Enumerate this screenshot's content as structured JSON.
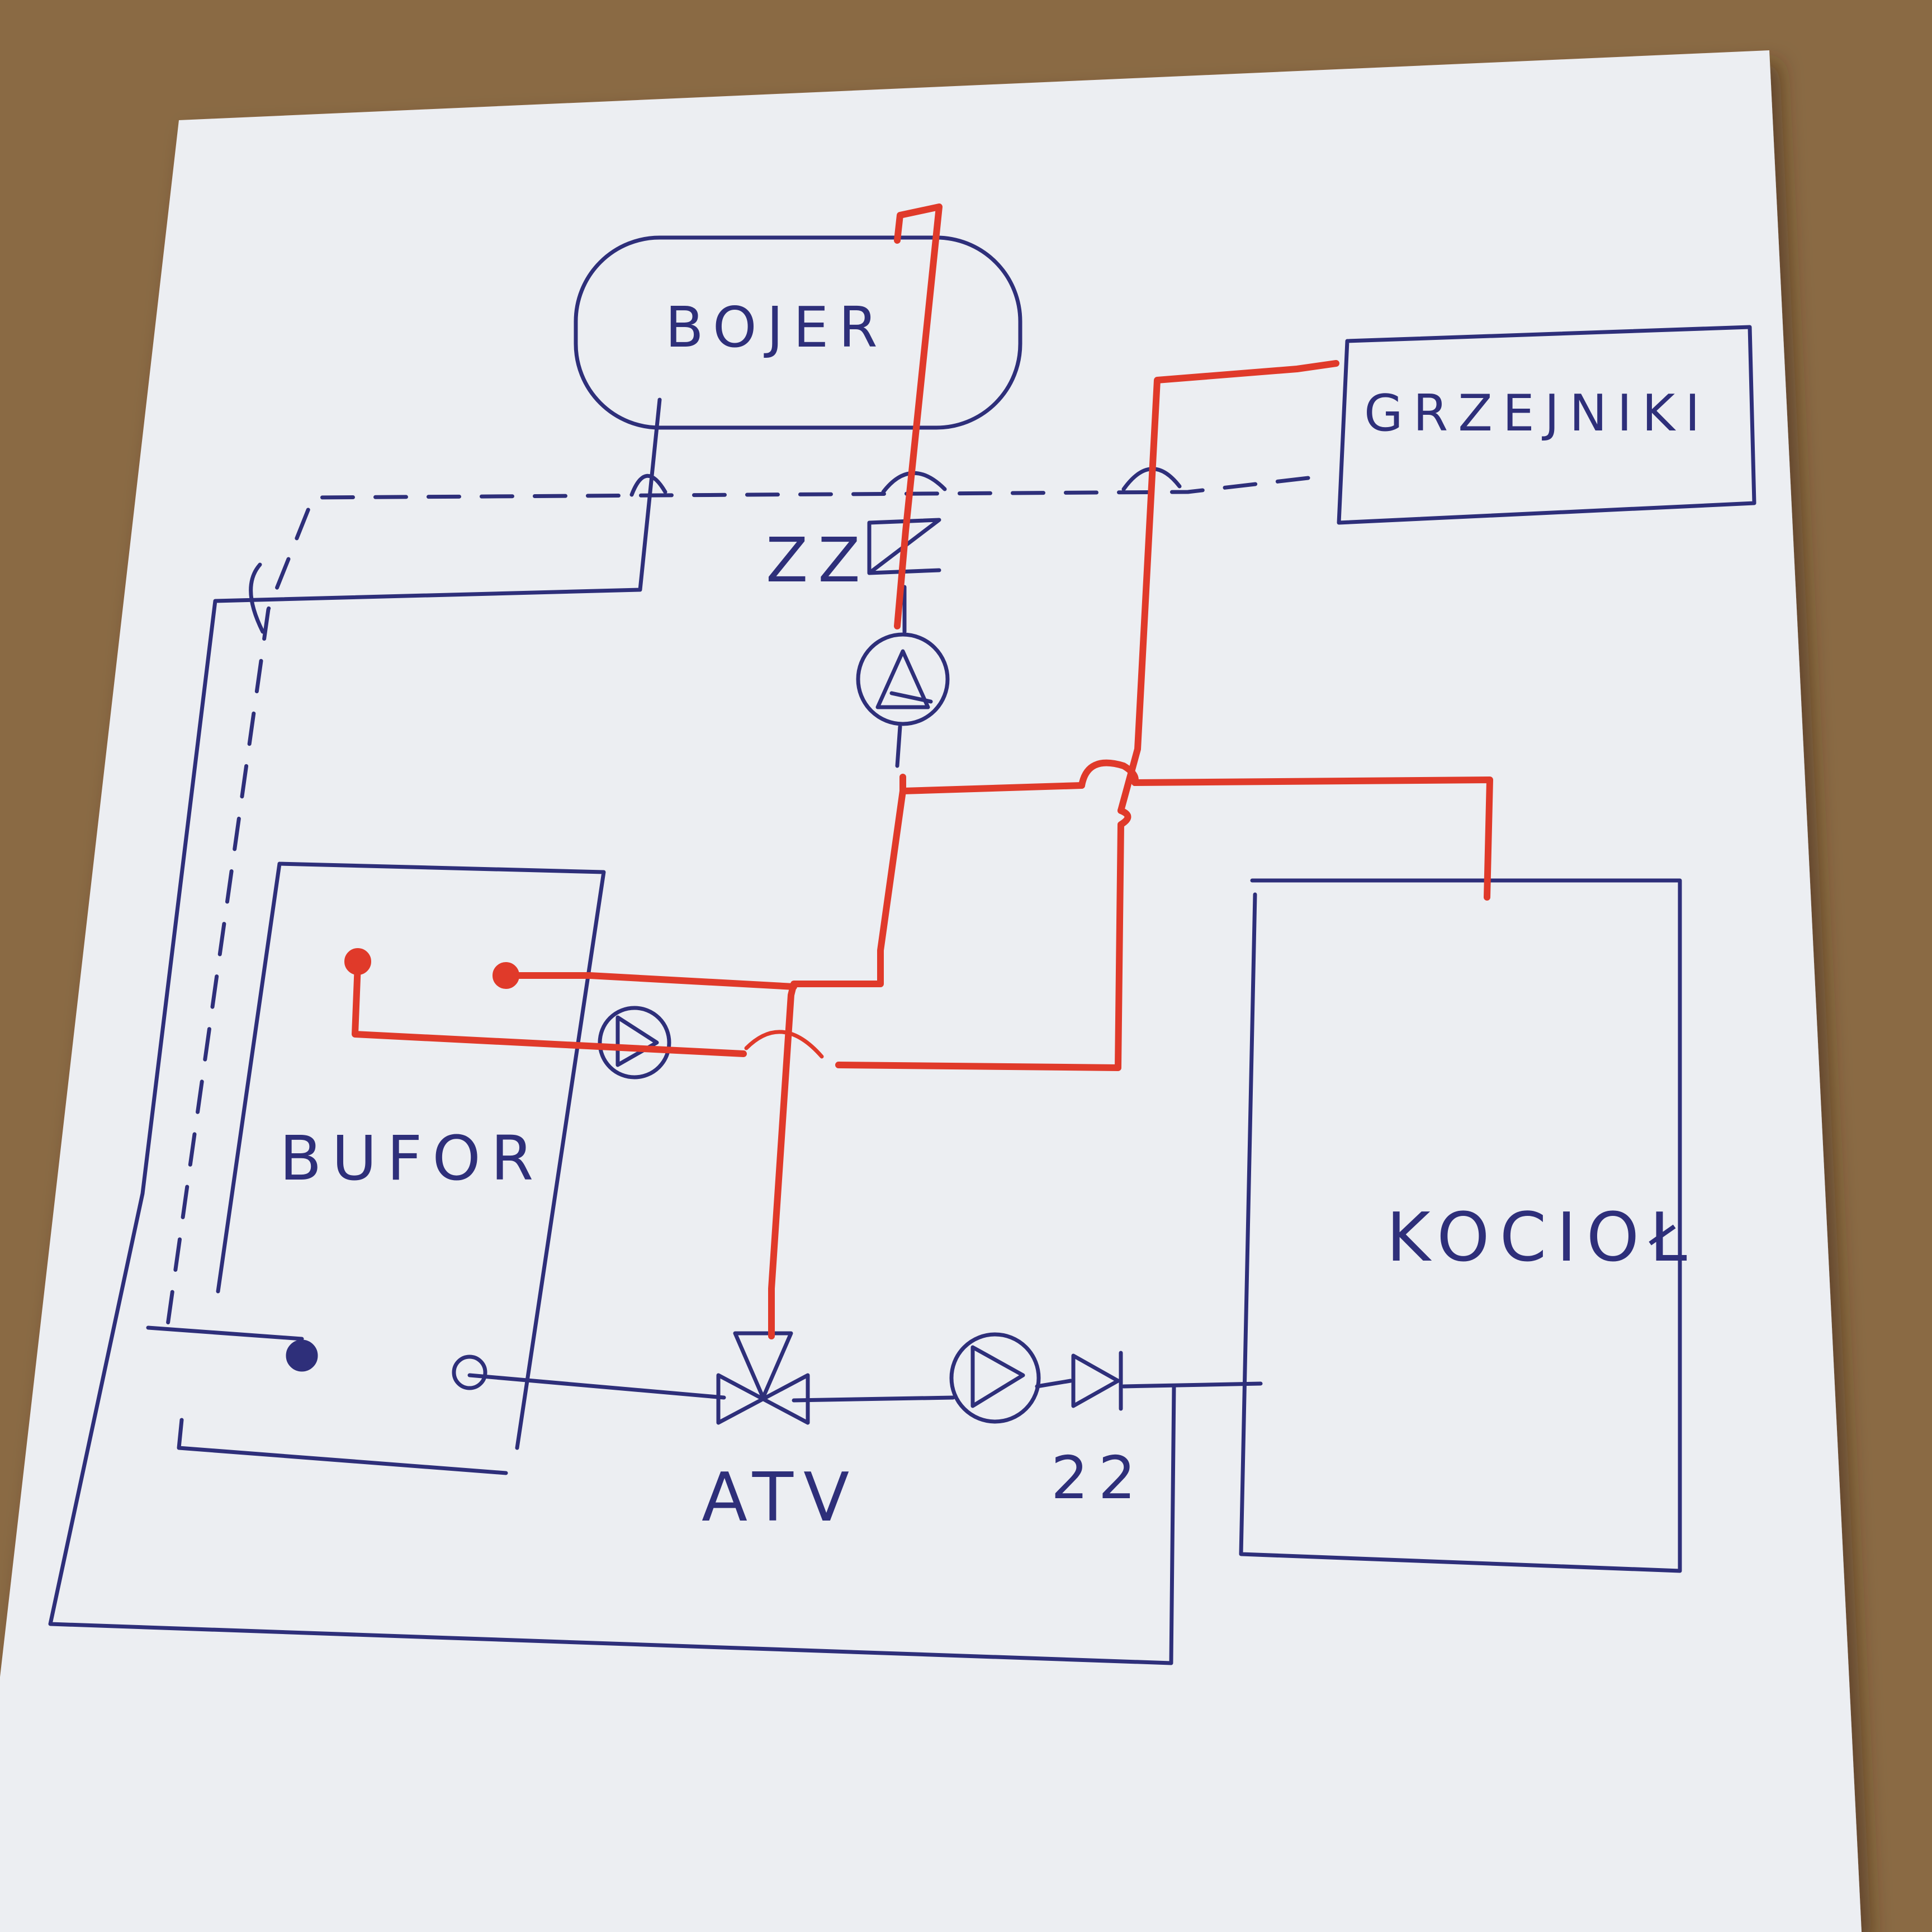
{
  "labels": {
    "boiler": "BOJER",
    "radiators": "GRZEJNIKI",
    "buffer": "BUFOR",
    "furnace": "KOCIOŁ",
    "valve": "ATV",
    "check_valve_top": "ZZ",
    "check_valve_bottom": "22"
  },
  "colors": {
    "paper": "#eceef2",
    "background": "#8a6a44",
    "ink_blue": "#2e2f7a",
    "supply_red": "#e03a2a"
  }
}
